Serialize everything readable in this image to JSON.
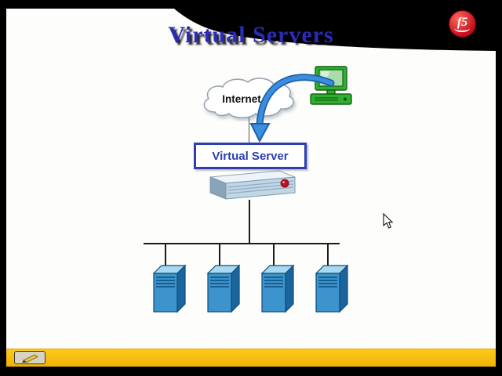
{
  "slide": {
    "title": "Virtual Servers"
  },
  "logo": {
    "text": "f5"
  },
  "diagram": {
    "cloud_label": "Internet",
    "virtual_server_label": "Virtual Server",
    "server_count": 4,
    "icons": [
      "internet-cloud-icon",
      "client-computer-icon",
      "traffic-arrow-icon",
      "bigip-appliance-icon",
      "server-tower-icon"
    ]
  },
  "toolbar": {
    "pen_tool": "pen-annotation-tool"
  },
  "colors": {
    "title_blue": "#2b2bb8",
    "box_blue": "#2e3eb0",
    "arrow_blue": "#3b8ede",
    "arrow_dark": "#1d5fa8",
    "server_front": "#3d93cc",
    "server_top": "#a9d9f0",
    "server_side": "#1b659c",
    "server_outline": "#0d4d7a",
    "bar_yellow": "#ffc81e",
    "logo_red": "#c40d1e",
    "pc_green": "#2fae2f",
    "pc_green_dark": "#156315",
    "line_color": "#1a1a1a",
    "cloud_stroke": "#98a4ae"
  }
}
